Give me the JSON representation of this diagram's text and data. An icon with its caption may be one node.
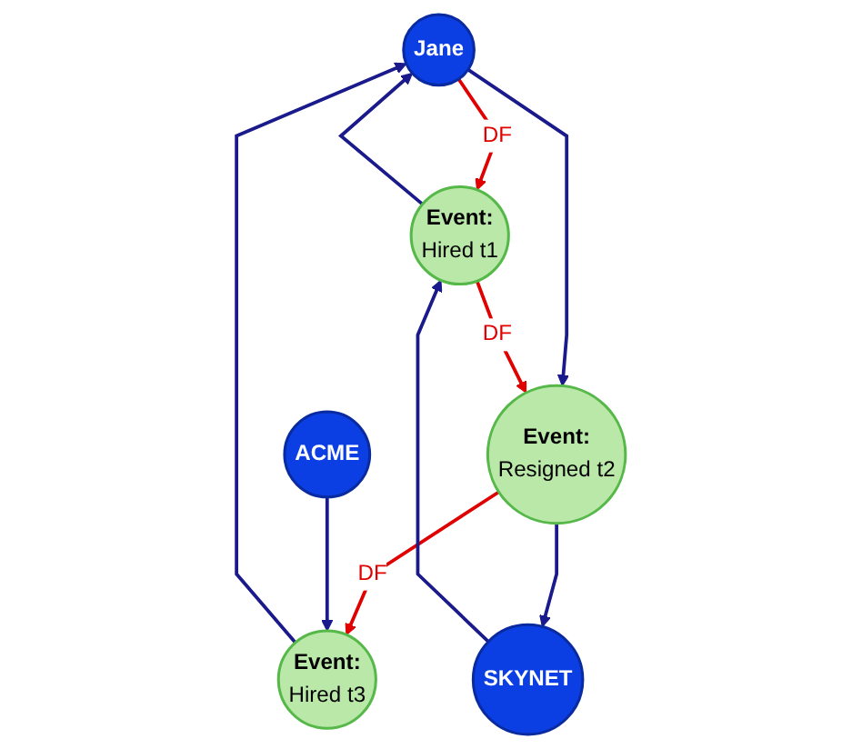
{
  "diagram": {
    "nodes": [
      {
        "text": [
          "Jane"
        ]
      },
      {
        "text": [
          "Event:",
          "Hired t1"
        ]
      },
      {
        "text": [
          "Event:",
          "Resigned t2"
        ]
      },
      {
        "text": [
          "Event:",
          "Hired t3"
        ]
      },
      {
        "text": [
          "SKYNET"
        ]
      },
      {
        "text": [
          "ACME"
        ]
      }
    ],
    "edges": [
      {
        "from": 0,
        "to": 1,
        "arrow": "to",
        "label": "DF",
        "color": "#e00000"
      },
      {
        "from": 1,
        "to": 0,
        "arrow": "to"
      },
      {
        "from": 0,
        "to": 2,
        "arrow": "to"
      },
      {
        "from": 3,
        "to": 0,
        "arrow": "to"
      },
      {
        "from": 1,
        "to": 2,
        "arrow": "to",
        "label": "DF",
        "color": "#e00000"
      },
      {
        "from": 2,
        "to": 3,
        "arrow": "to",
        "label": "DF",
        "color": "#e00000"
      },
      {
        "from": 2,
        "to": 4,
        "arrow": "to"
      },
      {
        "from": 4,
        "to": 1,
        "arrow": "to"
      },
      {
        "from": 5,
        "to": 3,
        "arrow": "to"
      }
    ]
  }
}
